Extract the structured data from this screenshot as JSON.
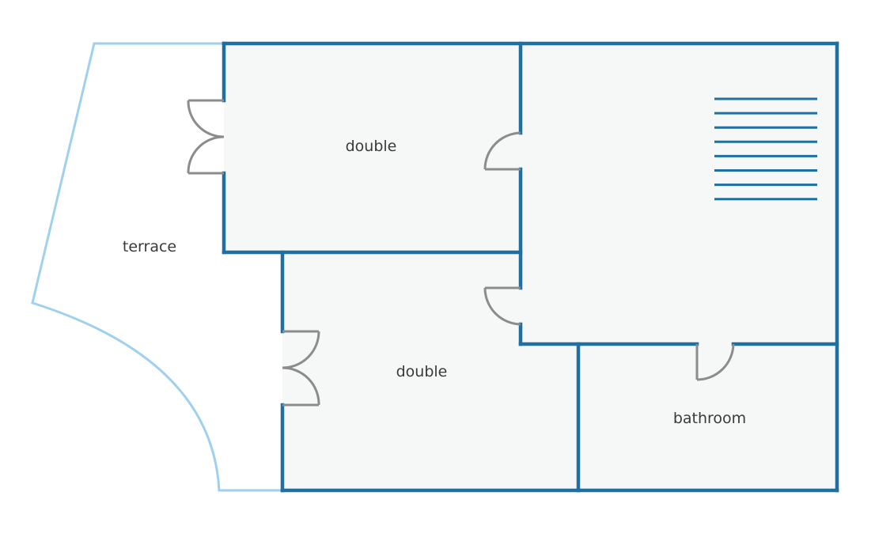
{
  "colors": {
    "wall": "#1f6fa0",
    "terrace_outline": "#9fd1ee",
    "door": "#8c8c8c",
    "floor": "#f6f7f7",
    "stairs": "#1f6fa0",
    "label": "#3a3a3a"
  },
  "rooms": {
    "terrace": {
      "label": "terrace"
    },
    "double_top": {
      "label": "double"
    },
    "double_bottom": {
      "label": "double"
    },
    "bathroom": {
      "label": "bathroom"
    }
  },
  "stairs": {
    "steps": 8
  }
}
